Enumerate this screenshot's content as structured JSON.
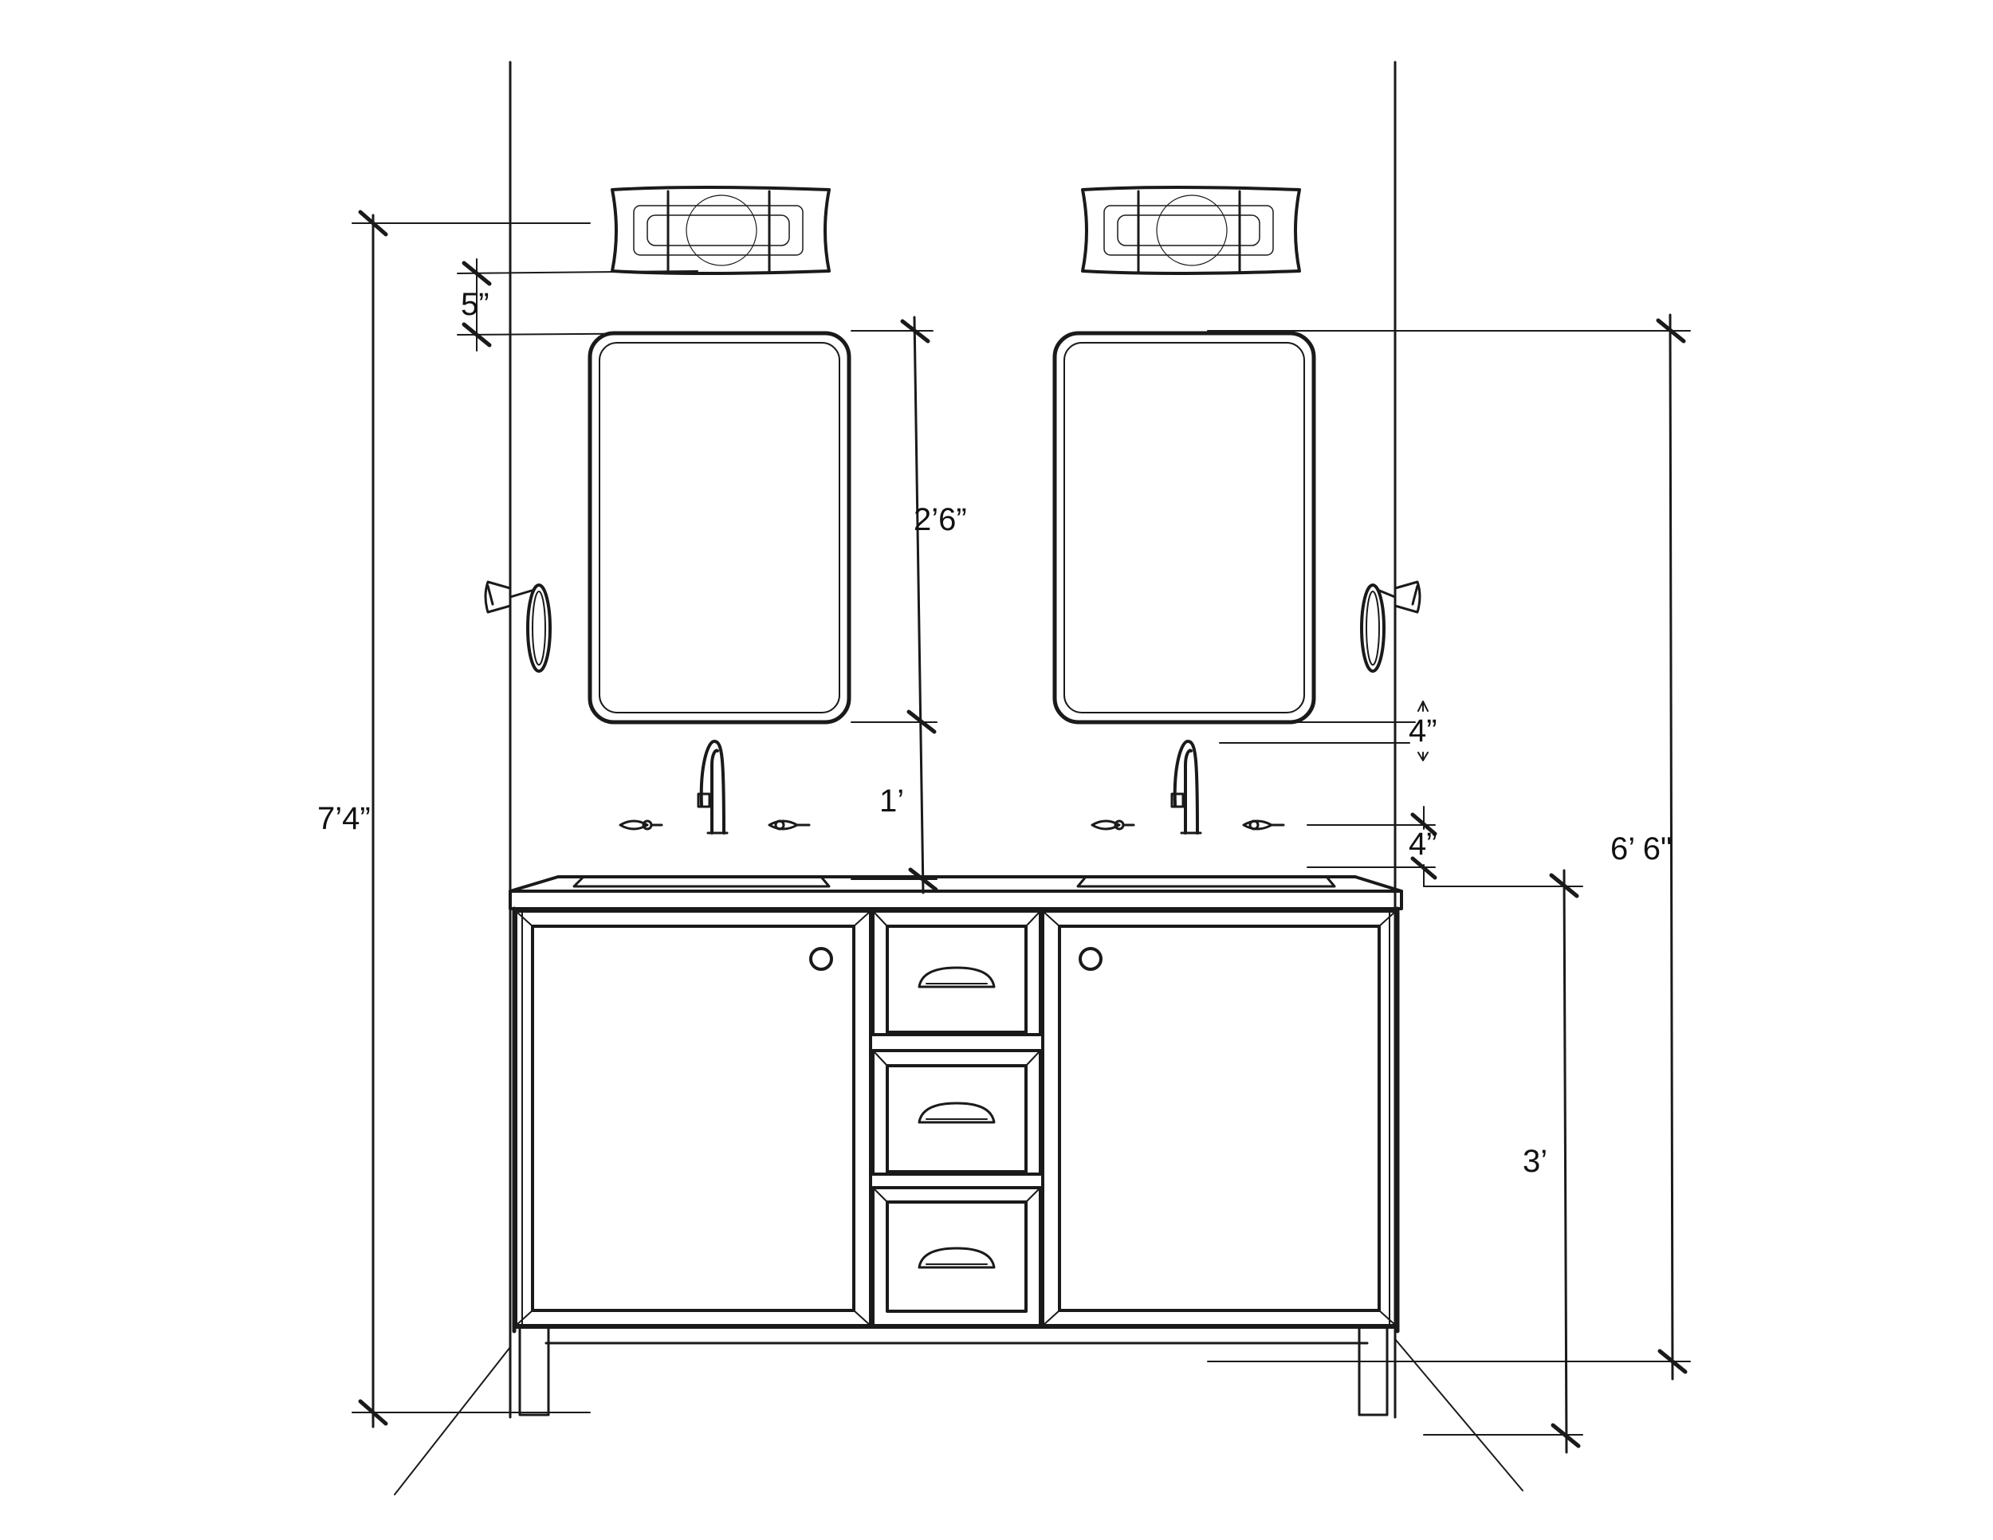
{
  "colors": {
    "line": "#1a1a1a",
    "background": "#ffffff"
  },
  "dimensions": {
    "light_to_mirror_gap": "5”",
    "mirror_height": "2’6”",
    "mirror_to_faucet_gap": "4”",
    "faucet_to_counter_gap": "4”",
    "mirror_to_counter": "1’",
    "light_top_height": "7’4”",
    "mirror_top_height": "6’ 6\"",
    "vanity_height": "3’"
  },
  "elements": {
    "vanity": {
      "doors": 2,
      "drawers": 3,
      "sinks": 2
    },
    "icons": [
      "vanity-light-icon",
      "mirror-icon",
      "faucet-icon",
      "towel-ring-icon",
      "cup-pull-icon",
      "door-knob-icon"
    ]
  }
}
